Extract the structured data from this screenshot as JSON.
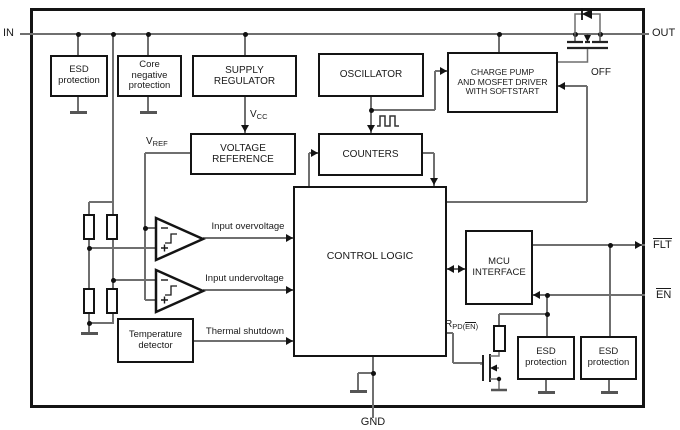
{
  "title": "Power switch IC functional block diagram",
  "pins": {
    "in": "IN",
    "out": "OUT",
    "gnd": "GND",
    "flt": "FLT",
    "en": "EN"
  },
  "blocks": {
    "esd_top": [
      "ESD",
      "protection"
    ],
    "core_negative": [
      "Core",
      "negative",
      "protection"
    ],
    "supply_regulator": [
      "SUPPLY",
      "REGULATOR"
    ],
    "oscillator": [
      "OSCILLATOR"
    ],
    "charge_pump": [
      "CHARGE PUMP",
      "AND MOSFET DRIVER",
      "WITH SOFTSTART"
    ],
    "voltage_reference": [
      "VOLTAGE",
      "REFERENCE"
    ],
    "counters": [
      "COUNTERS"
    ],
    "control_logic": [
      "CONTROL LOGIC"
    ],
    "mcu_interface": [
      "MCU",
      "INTERFACE"
    ],
    "temperature_detector": [
      "Temperature",
      "detector"
    ],
    "esd_en": [
      "ESD",
      "protection"
    ],
    "esd_flt": [
      "ESD",
      "protection"
    ]
  },
  "signals": {
    "input_overvoltage": "Input overvoltage",
    "input_undervoltage": "Input undervoltage",
    "thermal_shutdown": "Thermal shutdown",
    "off": "OFF",
    "vcc_main": "V",
    "vcc_sub": "CC",
    "vref_main": "V",
    "vref_sub": "REF",
    "rpd_main": "R",
    "rpd_sub_pre": "PD(",
    "rpd_sub_ov": "EN",
    "rpd_sub_post": ")"
  },
  "colors": {
    "wire": "#6f6f6f",
    "ink": "#141414",
    "background": "#ffffff"
  }
}
